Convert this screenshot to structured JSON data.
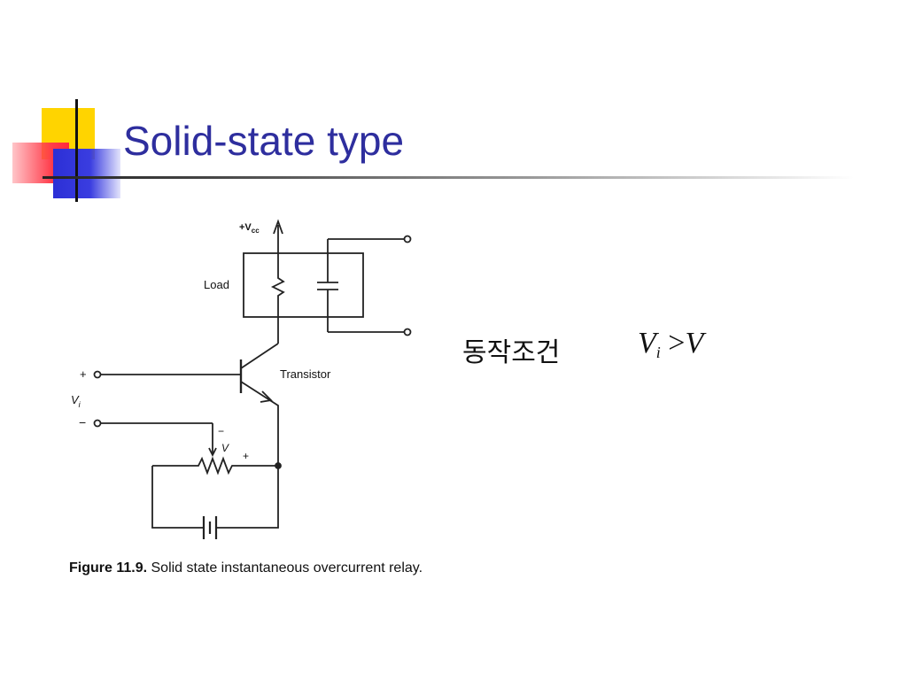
{
  "slide": {
    "title": "Solid-state type",
    "condition_label": "동작조건",
    "formula": {
      "lhs": "V",
      "lhs_sub": "i",
      "op": ">",
      "rhs": "V"
    }
  },
  "diagram": {
    "vcc_label": "+V",
    "vcc_sub": "cc",
    "load_label": "Load",
    "transistor_label": "Transistor",
    "input_plus": "+",
    "input_minus": "−",
    "vi_label": "V",
    "vi_sub": "i",
    "pot_minus": "−",
    "pot_plus": "+",
    "pot_label": "V"
  },
  "caption": {
    "figure": "Figure 11.9.",
    "text": "Solid state instantaneous overcurrent relay."
  },
  "colors": {
    "title": "#2e2e9e",
    "yellow": "#ffd400",
    "red": "#ff3b4a",
    "blue": "#2c2fd6"
  }
}
